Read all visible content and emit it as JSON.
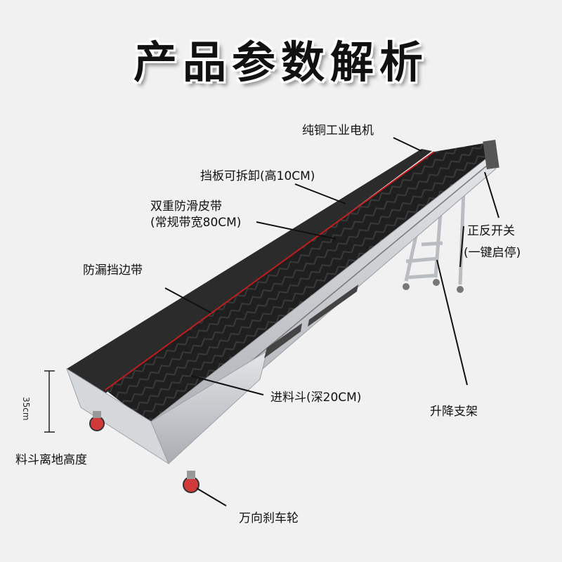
{
  "title": "产品参数解析",
  "labels": {
    "motor": "纯铜工业电机",
    "baffle": "挡板可拆卸(高10CM)",
    "belt_line1": "双重防滑皮带",
    "belt_line2": "(常规带宽80CM)",
    "edge_belt": "防漏挡边带",
    "switch_line1": "正反开关",
    "switch_line2": "(一键启停)",
    "hopper": "进料斗(深20CM)",
    "stand": "升降支架",
    "hopper_height": "料斗离地高度",
    "wheel": "万向刹车轮",
    "dimension": "35cm"
  },
  "colors": {
    "belt": "#1d1d1d",
    "frame": "#c9ccd0",
    "accent_line": "#c21d1d",
    "wheel": "#d23a3a"
  }
}
